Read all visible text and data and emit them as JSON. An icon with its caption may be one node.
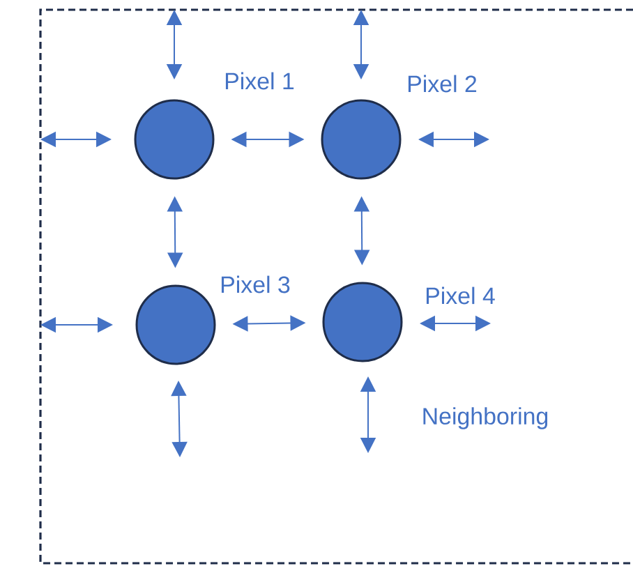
{
  "diagram": {
    "nodes": [
      {
        "text": [],
        "shape": "circle",
        "beside": [
          "Pixel 1"
        ]
      },
      {
        "text": [],
        "shape": "circle",
        "beside": [
          "Pixel 2"
        ]
      },
      {
        "text": [],
        "shape": "circle",
        "beside": [
          "Pixel 3"
        ]
      },
      {
        "text": [],
        "shape": "circle",
        "beside": [
          "Pixel 4"
        ]
      }
    ],
    "edges": [
      {
        "from": 0,
        "to": 1,
        "arrow": "both"
      },
      {
        "from": 0,
        "to": 2,
        "arrow": "both"
      },
      {
        "from": 1,
        "to": 3,
        "arrow": "both"
      },
      {
        "from": 2,
        "to": 3,
        "arrow": "both"
      }
    ],
    "labels": [
      "Neighboring"
    ]
  }
}
